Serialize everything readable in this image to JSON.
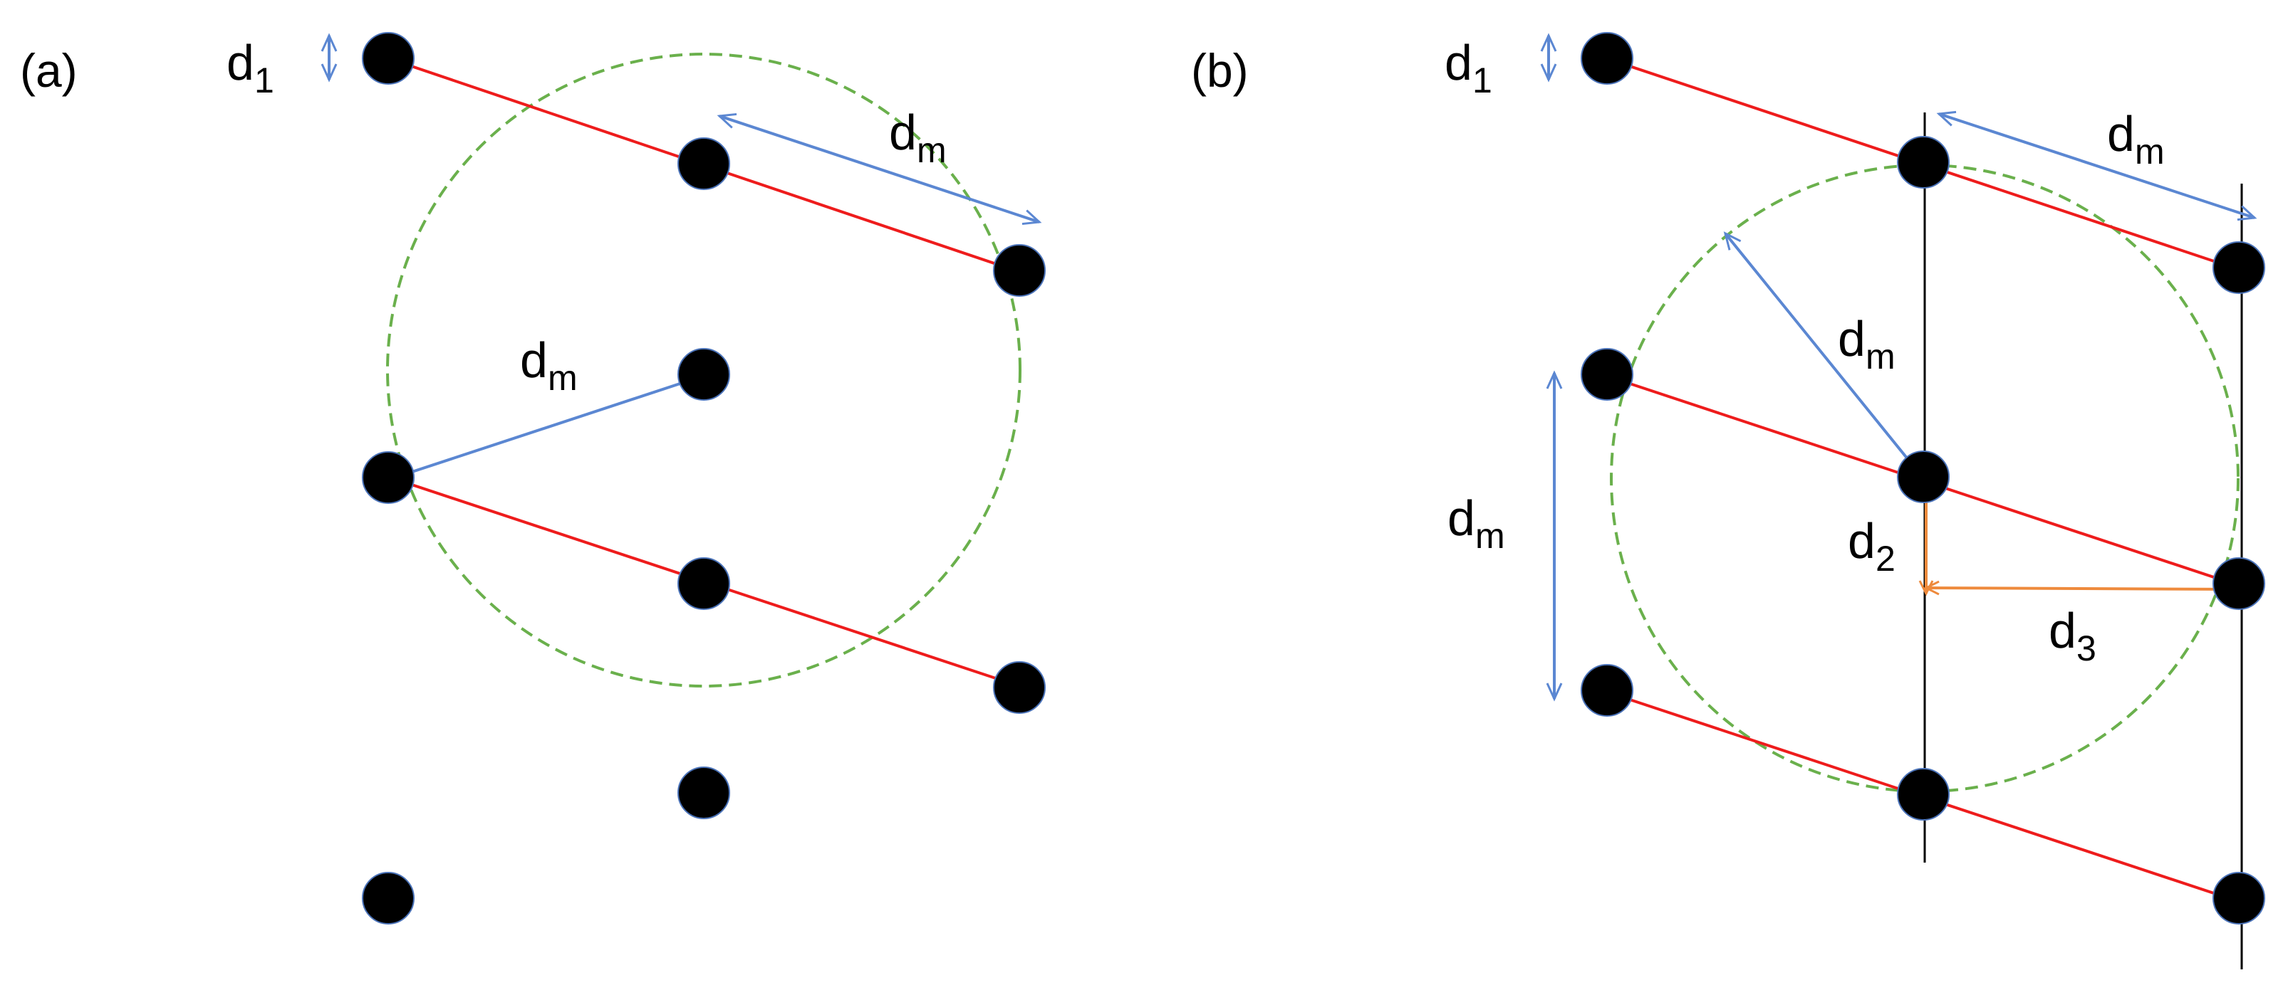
{
  "panels": [
    {
      "id": "a",
      "label": "(a)",
      "annotations": {
        "d1": {
          "base": "d",
          "sub": "1"
        },
        "dm_top": {
          "base": "d",
          "sub": "m"
        },
        "dm_radius": {
          "base": "d",
          "sub": "m"
        }
      }
    },
    {
      "id": "b",
      "label": "(b)",
      "annotations": {
        "d1": {
          "base": "d",
          "sub": "1"
        },
        "dm_top": {
          "base": "d",
          "sub": "m"
        },
        "dm_radius": {
          "base": "d",
          "sub": "m"
        },
        "dm_vertical": {
          "base": "d",
          "sub": "m"
        },
        "d2": {
          "base": "d",
          "sub": "2"
        },
        "d3": {
          "base": "d",
          "sub": "3"
        }
      }
    }
  ],
  "colors": {
    "atom": "#000000",
    "atom_outline": "#4a72b8",
    "red_arrow": "#ee1c1c",
    "blue_arrow": "#5b87d2",
    "orange_arrow": "#ee8a3c",
    "circle": "#6ab04c",
    "column_line": "#000000"
  }
}
